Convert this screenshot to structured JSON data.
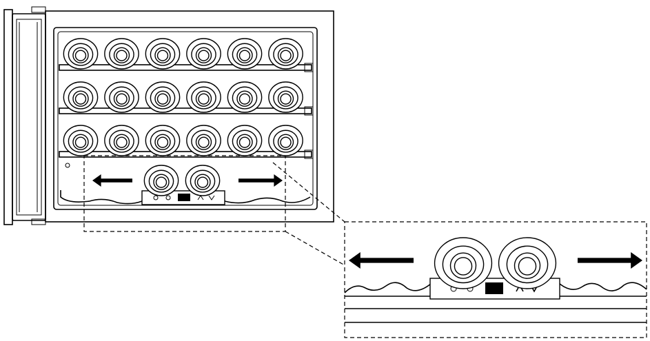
{
  "diagram": {
    "colors": {
      "line": "#000000",
      "background": "#ffffff"
    },
    "cabinet": {
      "shelf_count": 3,
      "bottles_per_shelf": 6,
      "bottom_bottles": 2
    },
    "control_panel": {
      "icons": [
        "power-icon",
        "light-icon",
        "display-icon",
        "up-arrow-icon",
        "down-arrow-icon"
      ]
    },
    "arrows": [
      "left-arrow",
      "right-arrow"
    ]
  }
}
